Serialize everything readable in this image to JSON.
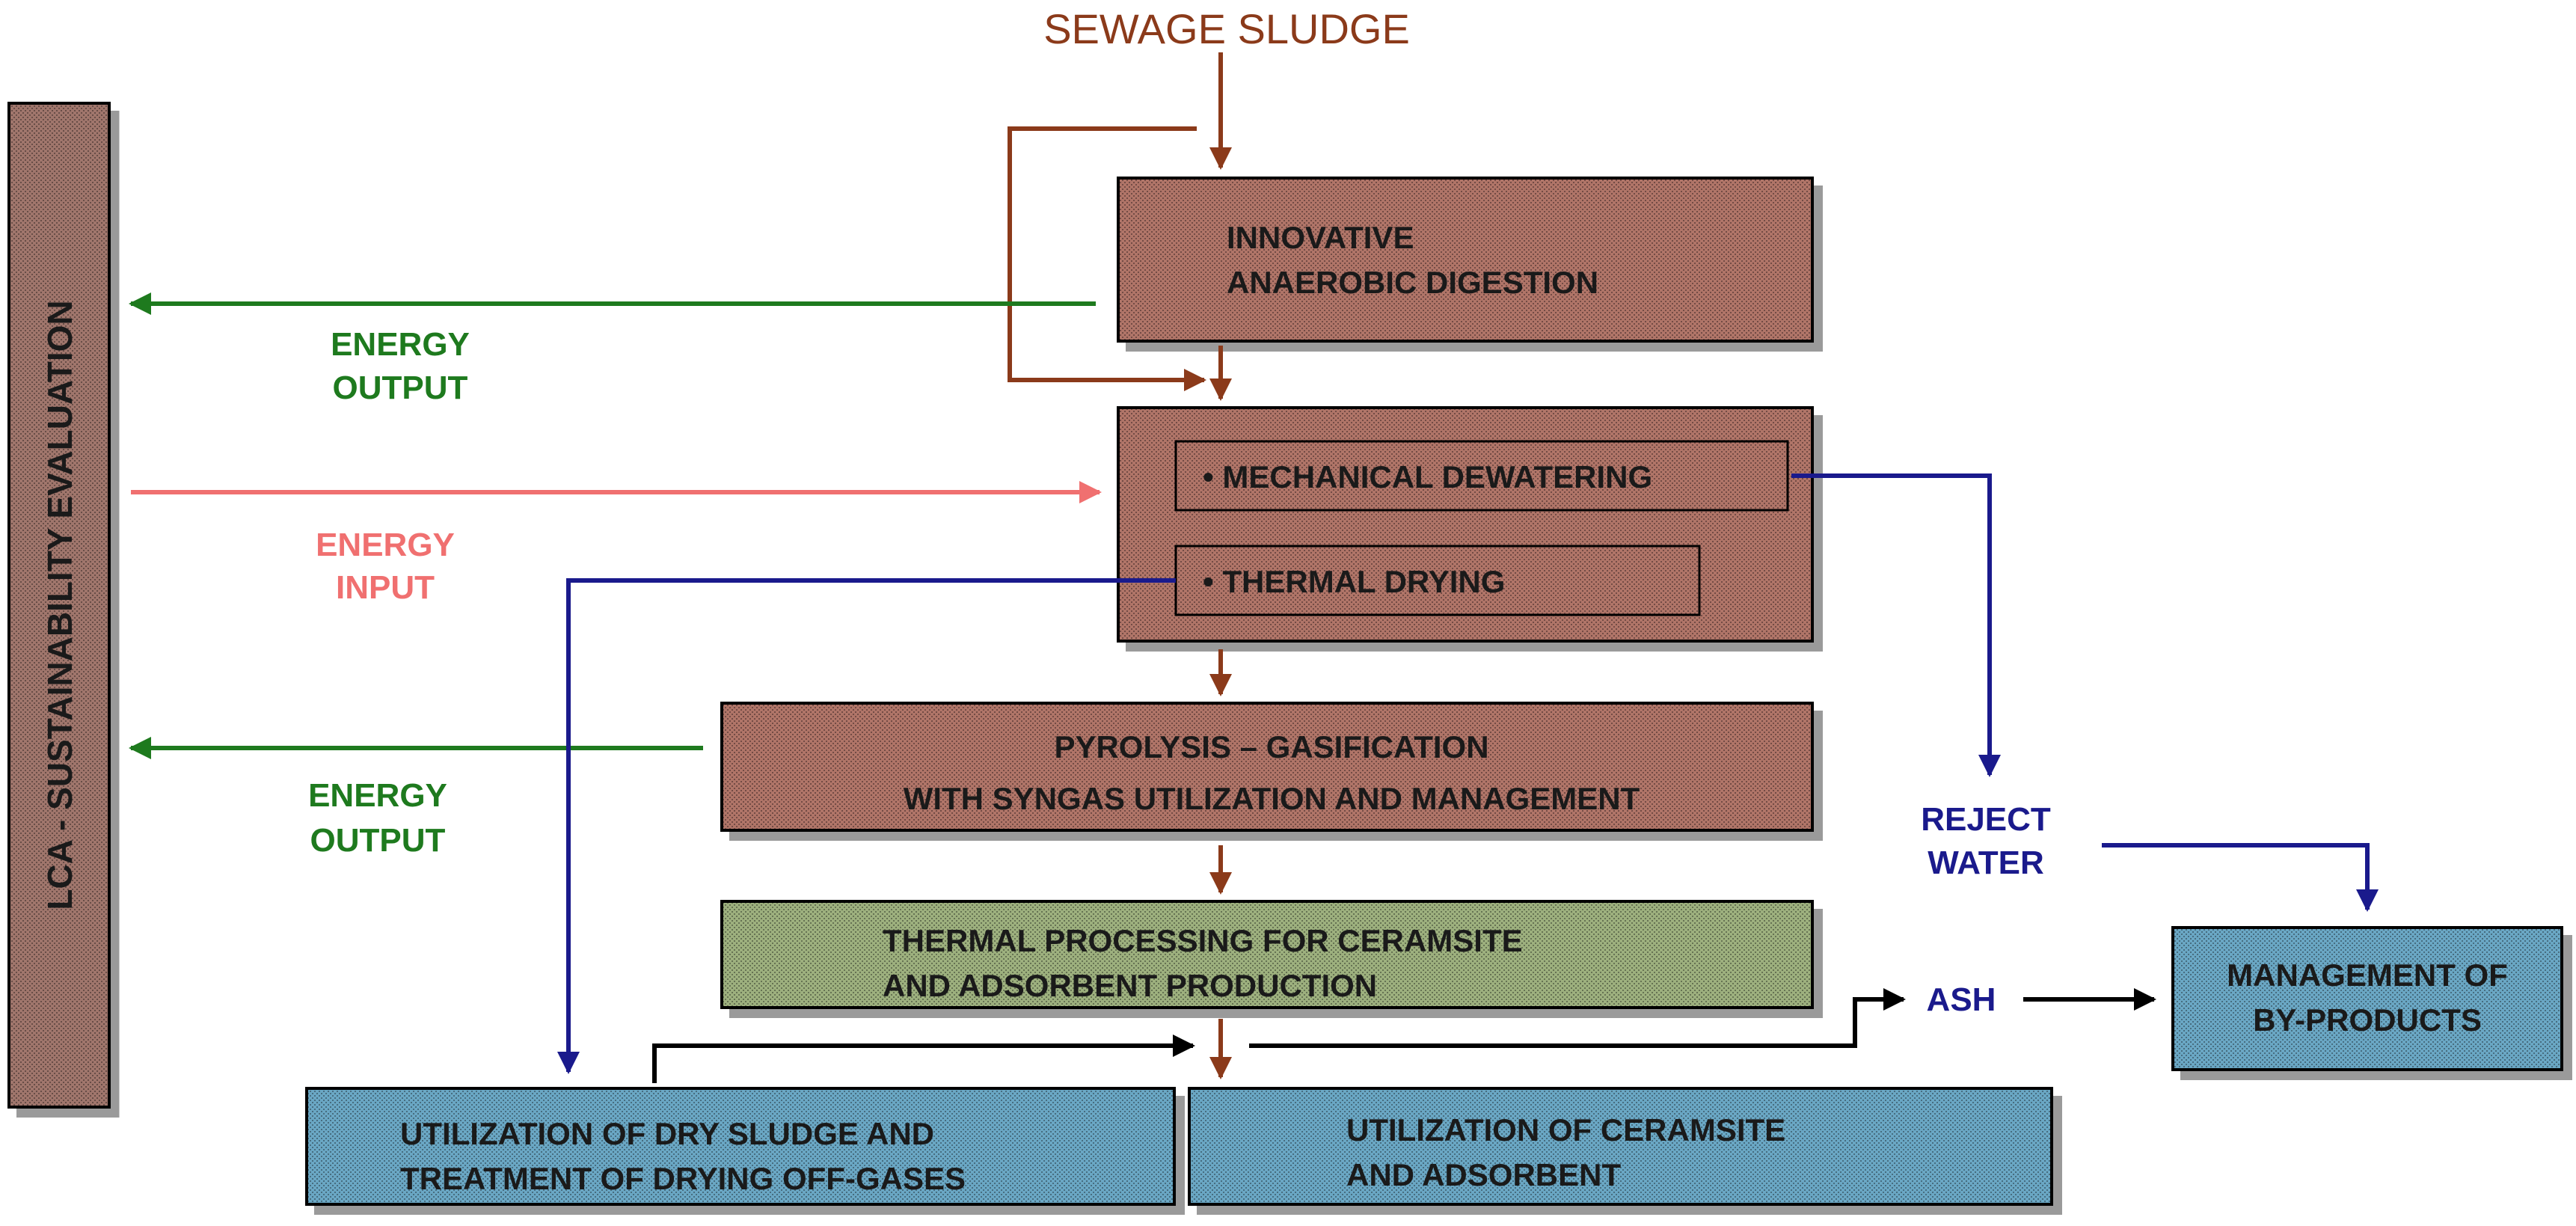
{
  "colors": {
    "brown": "#8B3A1A",
    "green": "#1E7A1E",
    "salmon": "#F07070",
    "navy": "#1A1A8C",
    "black": "#000000",
    "box_brown": "#B07468",
    "box_green": "#9DB07E",
    "box_blue": "#6BA7C4",
    "box_side": "#A0766C"
  },
  "title": "SEWAGE SLUDGE",
  "side_bar": "LCA - SUSTAINABILITY EVALUATION",
  "boxes": {
    "digestion": {
      "line1": "INNOVATIVE",
      "line2": "ANAEROBIC DIGESTION"
    },
    "dewatering": {
      "item1": "• MECHANICAL DEWATERING",
      "item2": "• THERMAL DRYING"
    },
    "pyrolysis": {
      "line1": "PYROLYSIS – GASIFICATION",
      "line2": "WITH SYNGAS UTILIZATION AND MANAGEMENT"
    },
    "thermal": {
      "line1": "THERMAL PROCESSING FOR CERAMSITE",
      "line2": "AND ADSORBENT PRODUCTION"
    },
    "dry_sludge": {
      "line1": "UTILIZATION OF DRY SLUDGE AND",
      "line2": "TREATMENT OF DRYING OFF-GASES"
    },
    "ceramsite": {
      "line1": "UTILIZATION OF CERAMSITE",
      "line2": "AND ADSORBENT"
    },
    "byproducts": {
      "line1": "MANAGEMENT OF",
      "line2": "BY-PRODUCTS"
    }
  },
  "labels": {
    "energy_output_1": {
      "line1": "ENERGY",
      "line2": "OUTPUT"
    },
    "energy_input": {
      "line1": "ENERGY",
      "line2": "INPUT"
    },
    "energy_output_2": {
      "line1": "ENERGY",
      "line2": "OUTPUT"
    },
    "reject_water": {
      "line1": "REJECT",
      "line2": "WATER"
    },
    "ash": "ASH"
  }
}
